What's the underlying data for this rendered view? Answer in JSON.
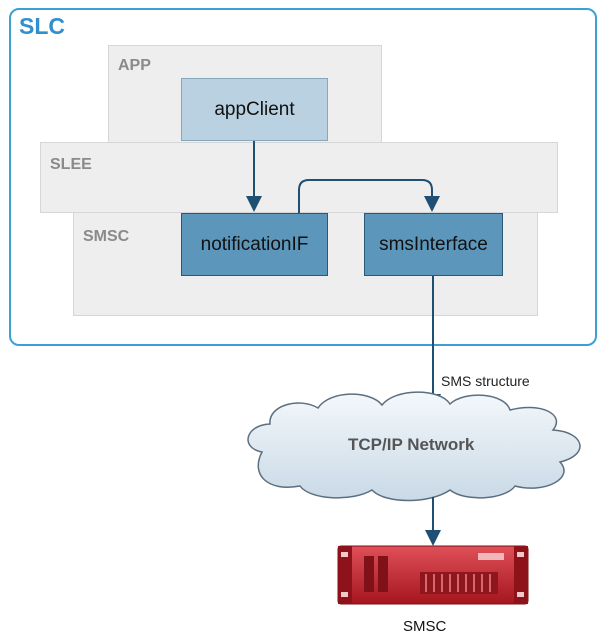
{
  "slc": {
    "label": "SLC"
  },
  "layers": {
    "app": "APP",
    "slee": "SLEE",
    "smsc": "SMSC"
  },
  "components": {
    "app_client": "appClient",
    "notification_if": "notificationIF",
    "sms_interface": "smsInterface"
  },
  "connectors": {
    "sms_structure": "SMS structure"
  },
  "network": {
    "label": "TCP/IP Network"
  },
  "server": {
    "label": "SMSC"
  },
  "colors": {
    "frame": "#3aa0d8",
    "layer_fill": "#eeeeee",
    "box_light": "#b9d1e0",
    "box_dark": "#5c97bb",
    "arrow": "#1f4f72",
    "server_red": "#c0242c"
  }
}
